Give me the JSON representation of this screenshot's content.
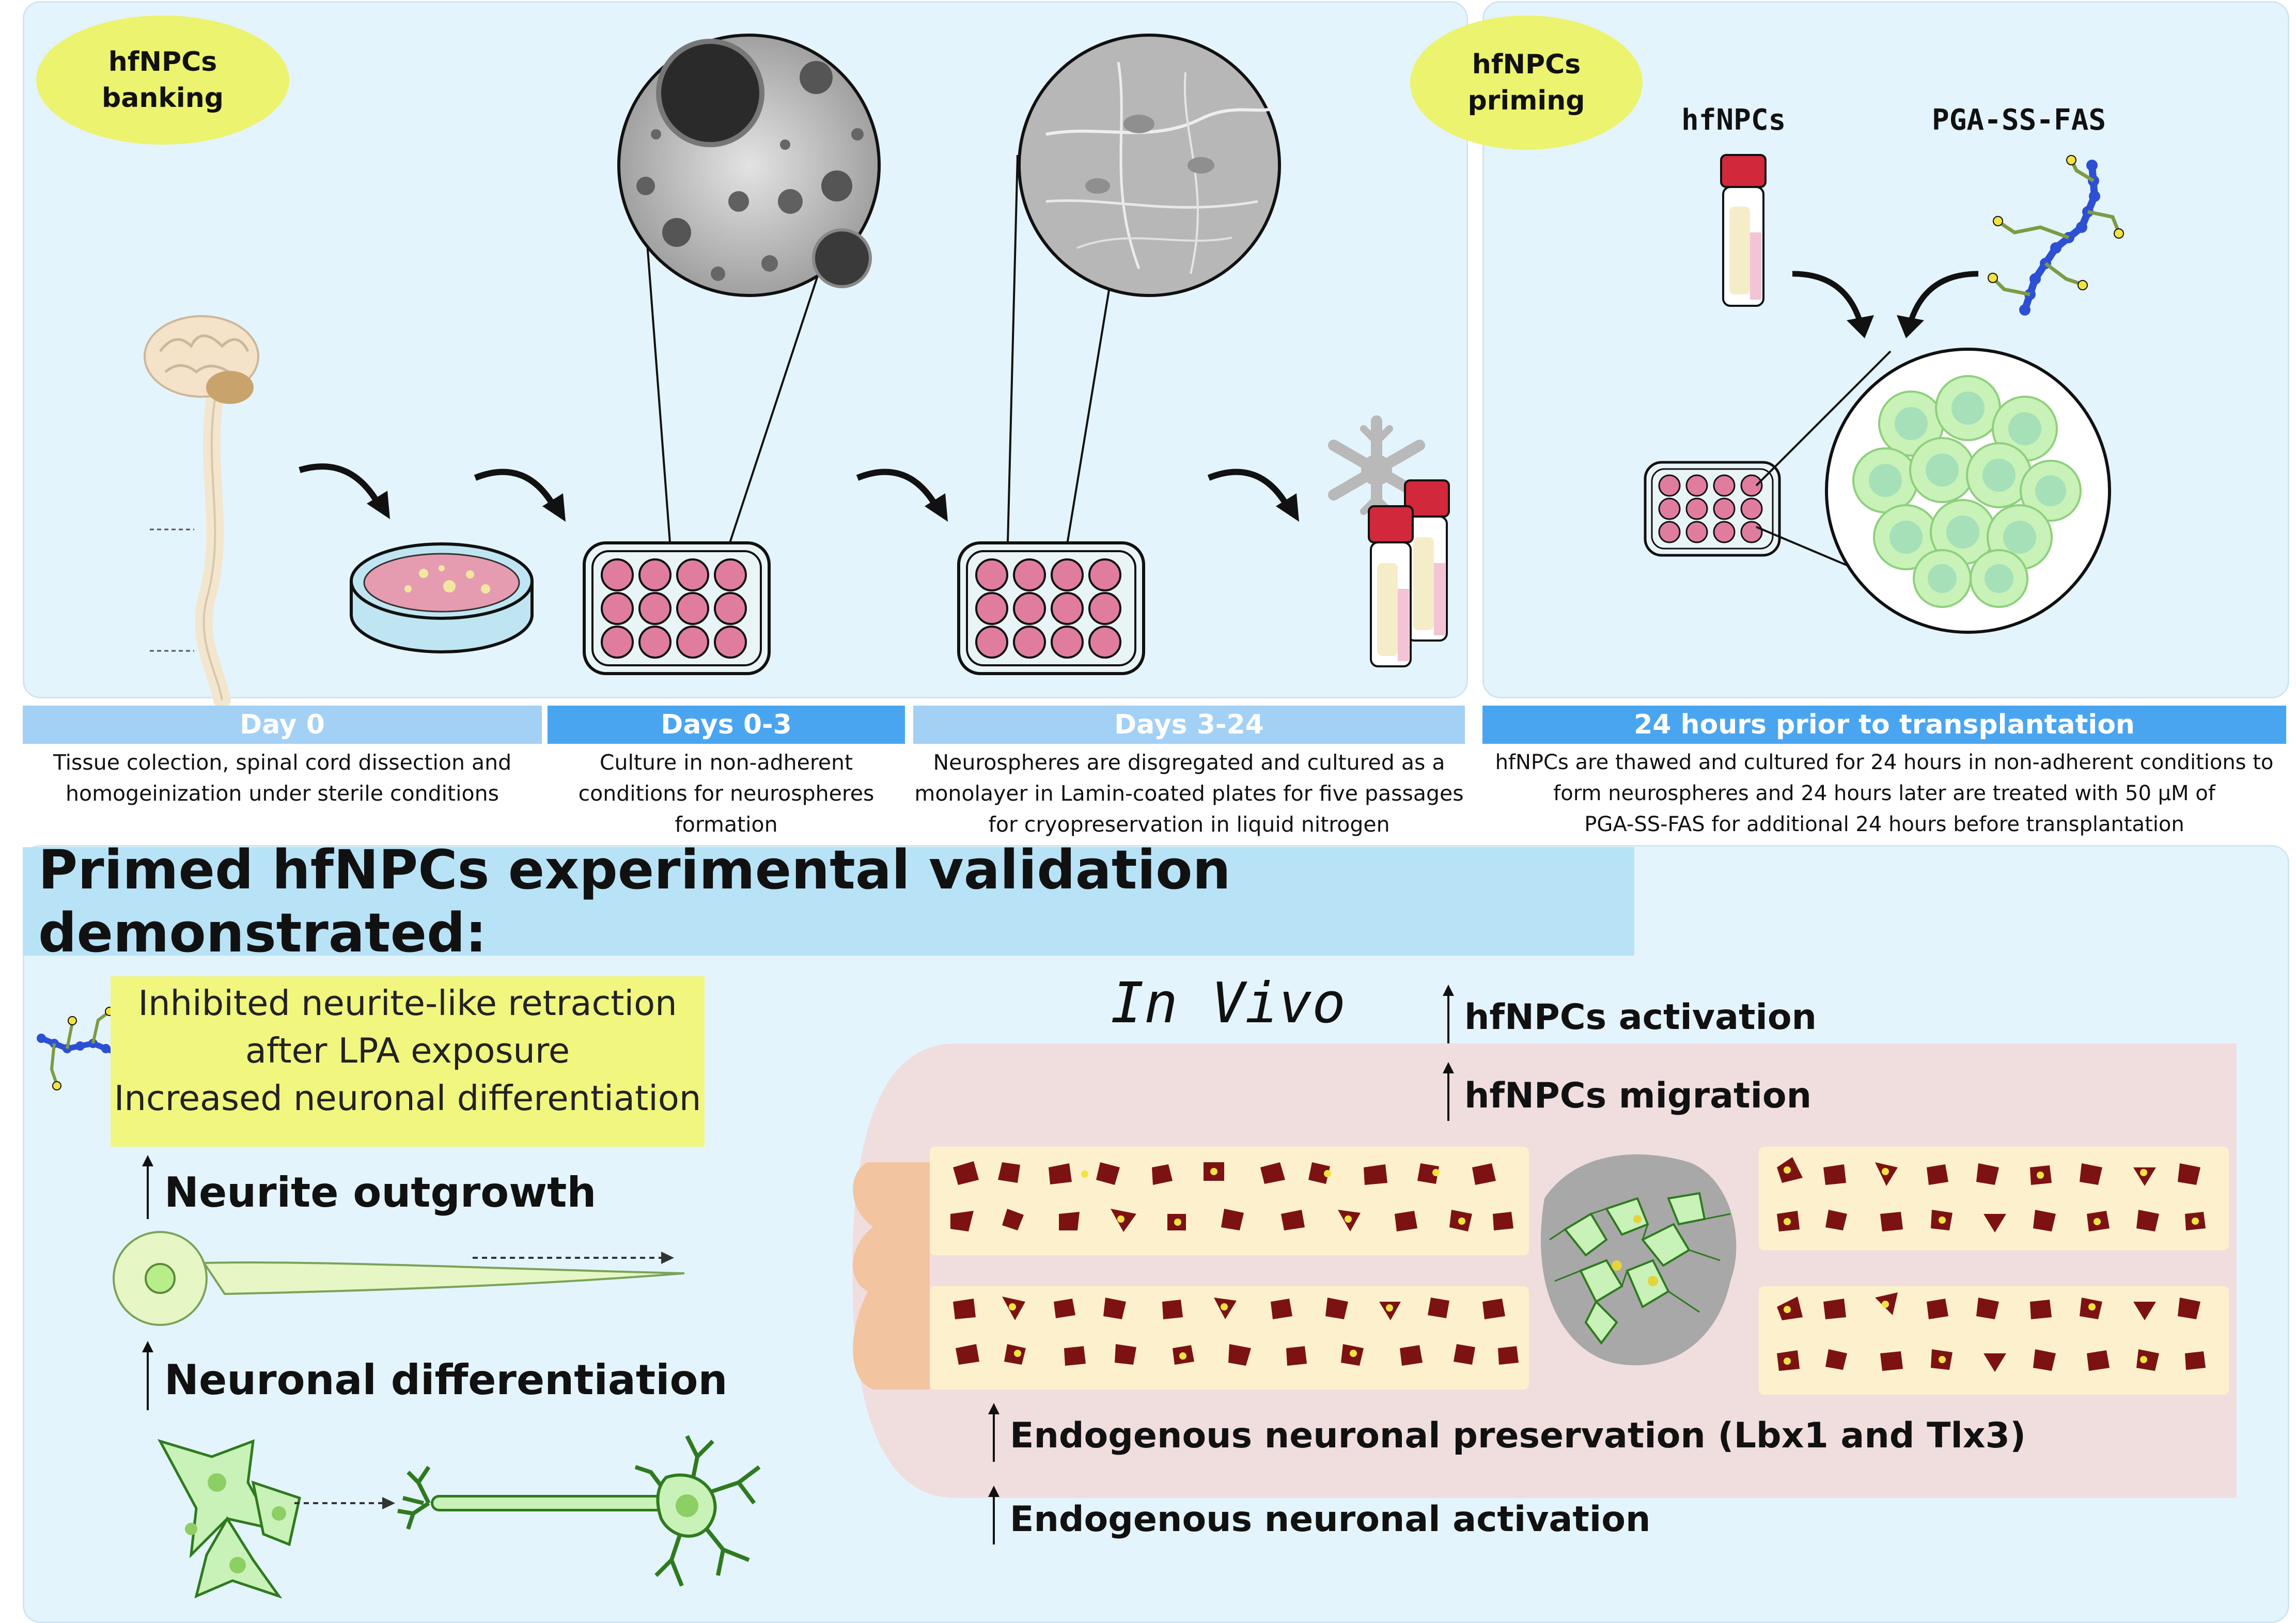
{
  "banking": {
    "bubble_label": "hfNPCs\nbanking",
    "steps": [
      {
        "label": "Day 0",
        "description": "Tissue colection, spinal cord dissection and\nhomogeinization under sterile conditions"
      },
      {
        "label": "Days 0-3",
        "description": "Culture in non-adherent\nconditions for neurospheres\nformation"
      },
      {
        "label": "Days 3-24",
        "description": "Neurospheres are disgregated and cultured as a\nmonolayer in Lamin-coated plates for five passages\nfor cryopreservation in liquid nitrogen"
      }
    ]
  },
  "priming": {
    "bubble_label": "hfNPCs\npriming",
    "cells_label": "hfNPCs",
    "compound_label": "PGA-SS-FAS",
    "step": {
      "label": "24 hours prior to transplantation",
      "description": "hfNPCs are thawed and cultured for 24 hours in non-adherent conditions to\nform neurospheres and 24 hours later are treated with 50 µM of\nPGA-SS-FAS for additional 24 hours before transplantation"
    }
  },
  "validation": {
    "title": "Primed hfNPCs experimental validation demonstrated:",
    "in_vitro_box": "Inhibited neurite-like retraction\nafter LPA exposure\nIncreased neuronal differentiation",
    "in_vitro_effects": [
      "Neurite outgrowth",
      "Neuronal differentiation"
    ],
    "in_vivo_label": "In Vivo",
    "in_vivo_effects": [
      "hfNPCs activation",
      "hfNPCs migration",
      "Endogenous neuronal preservation (Lbx1 and Tlx3)",
      "Endogenous neuronal activation"
    ]
  },
  "colors": {
    "panel_bg": "#e4f4fc",
    "bubble": "#ecf36e",
    "bar_light": "#a3d0f5",
    "bar_dark": "#4aa5f0",
    "title_band": "#b8e3f7",
    "highlight_box": "#f1f67e",
    "vial_cap": "#d1283b",
    "well_pink": "#e07d9f",
    "cell_green": "#c8f2b8",
    "tissue_pink": "#f0dede",
    "gray_matter": "#fcf1cc",
    "neuron_brown": "#7c1212"
  }
}
